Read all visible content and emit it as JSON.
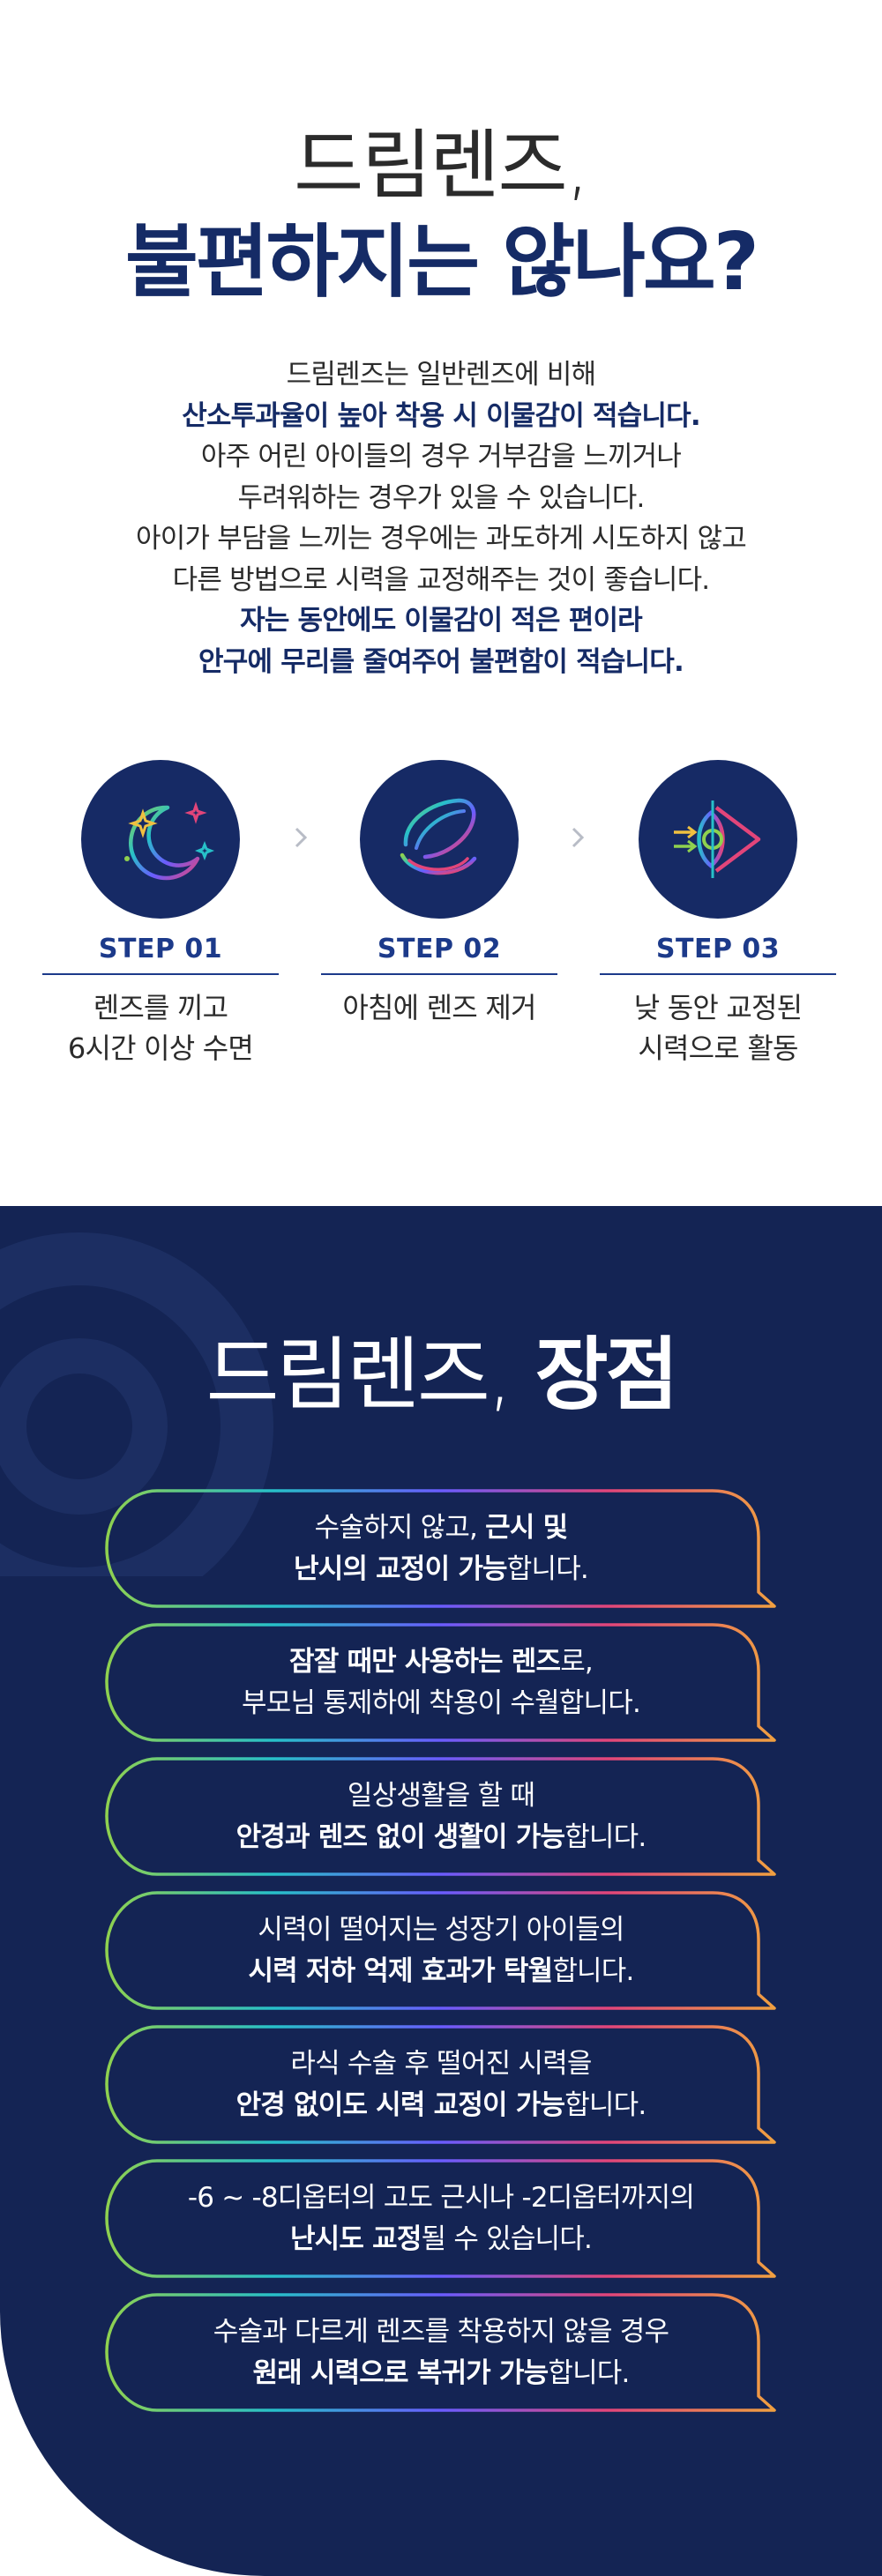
{
  "hero": {
    "title_line1": "드림렌즈,",
    "title_line2": "불편하지는 않나요?",
    "paragraph": [
      {
        "text": "드림렌즈는 일반렌즈에 비해",
        "bold": false
      },
      {
        "text": "산소투과율이 높아 착용 시 이물감이 적습니다.",
        "bold": true
      },
      {
        "text": "아주 어린 아이들의 경우 거부감을 느끼거나",
        "bold": false
      },
      {
        "text": "두려워하는 경우가 있을 수 있습니다.",
        "bold": false
      },
      {
        "text": "아이가 부담을 느끼는 경우에는 과도하게 시도하지 않고",
        "bold": false
      },
      {
        "text": "다른 방법으로 시력을 교정해주는 것이 좋습니다.",
        "bold": false
      },
      {
        "text": "자는 동안에도 이물감이 적은 편이라",
        "bold": true
      },
      {
        "text": "안구에 무리를 줄여주어 불편함이 적습니다.",
        "bold": true
      }
    ]
  },
  "steps": [
    {
      "icon": "moon-stars-icon",
      "label": "STEP 01",
      "desc_line1": "렌즈를 끼고",
      "desc_line2": "6시간 이상 수면"
    },
    {
      "icon": "lens-icon",
      "label": "STEP 02",
      "desc_line1": "아침에 렌즈 제거",
      "desc_line2": ""
    },
    {
      "icon": "eye-icon",
      "label": "STEP 03",
      "desc_line1": "낮 동안 교정된",
      "desc_line2": "시력으로 활동"
    }
  ],
  "advantages": {
    "title_light": "드림렌즈,",
    "title_bold": "장점",
    "items": [
      {
        "line1": [
          {
            "t": "수술하지 않고, ",
            "b": false
          },
          {
            "t": "근시 및",
            "b": true
          }
        ],
        "line2": [
          {
            "t": "난시의 교정이 가능",
            "b": true
          },
          {
            "t": "합니다.",
            "b": false
          }
        ]
      },
      {
        "line1": [
          {
            "t": "잠잘 때만 사용하는 렌즈",
            "b": true
          },
          {
            "t": "로,",
            "b": false
          }
        ],
        "line2": [
          {
            "t": "부모님 통제하에 착용이 수월합니다.",
            "b": false
          }
        ]
      },
      {
        "line1": [
          {
            "t": "일상생활을 할 때",
            "b": false
          }
        ],
        "line2": [
          {
            "t": "안경과 렌즈 없이 생활이 가능",
            "b": true
          },
          {
            "t": "합니다.",
            "b": false
          }
        ]
      },
      {
        "line1": [
          {
            "t": "시력이 떨어지는 성장기 아이들의",
            "b": false
          }
        ],
        "line2": [
          {
            "t": "시력 저하 억제 효과가 탁월",
            "b": true
          },
          {
            "t": "합니다.",
            "b": false
          }
        ]
      },
      {
        "line1": [
          {
            "t": "라식 수술 후 떨어진 시력을",
            "b": false
          }
        ],
        "line2": [
          {
            "t": "안경 없이도 시력 교정이 가능",
            "b": true
          },
          {
            "t": "합니다.",
            "b": false
          }
        ]
      },
      {
        "line1": [
          {
            "t": "-6 ~ -8디옵터의 고도 근시나 -2디옵터까지의",
            "b": false
          }
        ],
        "line2": [
          {
            "t": "난시도 교정",
            "b": true
          },
          {
            "t": "될 수 있습니다.",
            "b": false
          }
        ]
      },
      {
        "line1": [
          {
            "t": "수술과 다르게 렌즈를 착용하지 않을 경우",
            "b": false
          }
        ],
        "line2": [
          {
            "t": "원래 시력으로 복귀가 가능",
            "b": true
          },
          {
            "t": "합니다.",
            "b": false
          }
        ]
      }
    ]
  },
  "colors": {
    "navy": "#142454",
    "title_navy": "#152b66",
    "step_blue": "#1c3a8a",
    "gradient": [
      "#8fd14f",
      "#27c0c9",
      "#6a5cff",
      "#e2457a",
      "#f0a040"
    ]
  }
}
